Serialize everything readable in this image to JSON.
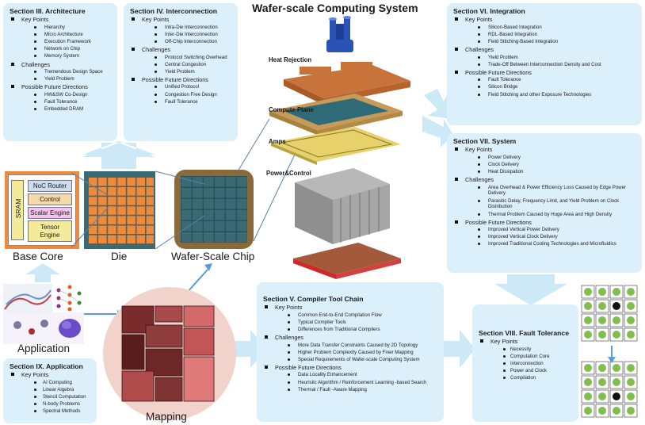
{
  "title": "Wafer-scale Computing System",
  "labels": {
    "base_core": "Base Core",
    "die": "Die",
    "wafer_chip": "Wafer-Scale Chip",
    "application": "Application",
    "mapping": "Mapping"
  },
  "base_core": {
    "sram": "SRAM",
    "noc": "NoC Router",
    "control": "Control",
    "scalar": "Scalar Engine",
    "tensor_line1": "Tensor",
    "tensor_line2": "Engine"
  },
  "layers": {
    "heat": "Heat Rejection",
    "compute": "Compute Plane",
    "amps": "Amps",
    "power": "Power&Control"
  },
  "colors": {
    "box_bg": "#dcf0fb",
    "arrow": "#cde9f8",
    "die_orange": "#f08a3a",
    "wafer_teal": "#3a6b74",
    "wafer_frame": "#8a6a3b"
  },
  "sections": {
    "s3": {
      "title": "Section III. Architecture",
      "groups": [
        {
          "head": "Key Points",
          "items": [
            "Hierarchy",
            "Micro Architecture",
            "Execution Framework",
            "Network on Chip",
            "Memory System"
          ]
        },
        {
          "head": "Challenges",
          "items": [
            "Tremendous Design Space",
            "Yield Problem"
          ]
        },
        {
          "head": "Possible Future Directions",
          "items": [
            "HW&SW Co-Design",
            "Fault Tolerance",
            "Embedded DRAM"
          ]
        }
      ]
    },
    "s4": {
      "title": "Section IV. Interconnection",
      "groups": [
        {
          "head": "Key Points",
          "items": [
            "Intra-Die Interconnection",
            "Inter-Die Interconnection",
            "Off-Chip Interconnection"
          ]
        },
        {
          "head": "Challenges",
          "items": [
            "Protocol Switching Overhead",
            "Central Congestion",
            "Yield Problem"
          ]
        },
        {
          "head": "Possible Future Directions",
          "items": [
            "Unified Protocol",
            "Congestion Free Design",
            "Fault Tolerance"
          ]
        }
      ]
    },
    "s6": {
      "title": "Section VI. Integration",
      "groups": [
        {
          "head": "Key Points",
          "items": [
            "Silicon-Based Integration",
            "RDL-Based Integration",
            "Field Stitching-Based Integration"
          ]
        },
        {
          "head": "Challenges",
          "items": [
            "Yield Problem",
            "Trade-Off Between Interconnection Density and Cost"
          ]
        },
        {
          "head": "Possible Future Directions",
          "items": [
            "Fault Tolerance",
            "Silicon Bridge",
            "Field Stitching and other Exposure Technologies"
          ]
        }
      ]
    },
    "s7": {
      "title": "Section VII. System",
      "groups": [
        {
          "head": "Key Points",
          "items": [
            "Power Delivery",
            "Clock Delivery",
            "Heat Dissipation"
          ]
        },
        {
          "head": "Challenges",
          "items": [
            "Area Overhead & Power Efficiency Loss Caused by Edge Power Delivery",
            "Parasitic Delay, Frequency Limit, and Yield Problem on Clock Distribution",
            "Thermal Problem Caused by Huge Area and High Density"
          ]
        },
        {
          "head": "Possible Future Directions",
          "items": [
            "Improved Vertical Power Delivery",
            "Improved Vertical Clock Delivery",
            "Improved Traditional Cooling Technologies and Microfluidics"
          ]
        }
      ]
    },
    "s5": {
      "title": "Section V. Compiler Tool Chain",
      "groups": [
        {
          "head": "Key Points",
          "items": [
            "Common End-to-End Compilation Flow",
            "Typical Compiler Tools",
            "Differences from Traditional Compilers"
          ]
        },
        {
          "head": "Challenges",
          "items": [
            "More Data Transfer Constraints Caused by 2D Topology",
            "Higher Problem Complexity Caused by Finer Mapping",
            "Special Requirements of Wafer-scale Computing System"
          ]
        },
        {
          "head": "Possible Future Directions",
          "items": [
            "Data Locality Enhancement",
            "Heuristic Algorithm / Reinforcement Learning -based Search",
            "Thermal / Fault -Aware Mapping"
          ]
        }
      ]
    },
    "s8": {
      "title": "Section VIII. Fault Tolerance",
      "groups": [
        {
          "head": "Key Points",
          "items": [
            "Necessity",
            "Computation Core",
            "Interconnection",
            "Power and Clock",
            "Compilation"
          ]
        }
      ]
    },
    "s9": {
      "title": "Section IX. Application",
      "groups": [
        {
          "head": "Key Points",
          "items": [
            "AI Computing",
            "Linear Algebra",
            "Stencil Computation",
            "N-body Problems",
            "Spectral Methods"
          ]
        }
      ]
    }
  }
}
